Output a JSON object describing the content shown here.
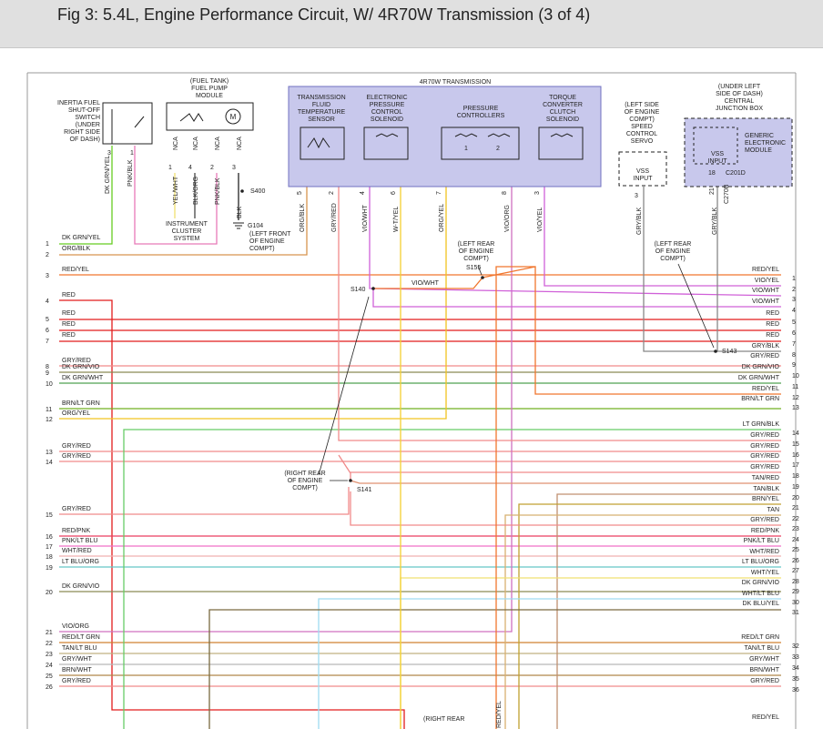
{
  "title": "Fig 3: 5.4L, Engine Performance Circuit, W/ 4R70W Transmission (3 of 4)",
  "colors": {
    "frame": "#999999",
    "module_fill": "#c8c8ec",
    "module_stroke": "#7070c0",
    "text": "#222222",
    "wire": {
      "DK GRN/YEL": "#66cc22",
      "ORG/BLK": "#d7944f",
      "RED/YEL": "#f0762e",
      "RED": "#e21c1c",
      "GRY/RED": "#f08a8a",
      "DK GRN/VIO": "#8a8a55",
      "DK GRN/WHT": "#4fa050",
      "BRN/LT GRN": "#70b020",
      "ORG/YEL": "#f2c420",
      "VIO/YEL": "#d060d8",
      "VIO/WHT": "#d060d8",
      "GRY/BLK": "#888888",
      "LT GRN/BLK": "#66cc66",
      "TAN/RED": "#e09070",
      "TAN/BLK": "#c09070",
      "BRN/YEL": "#c0a030",
      "TAN": "#d8b070",
      "RED/PNK": "#ea3f60",
      "PNK/LT BLU": "#f070c8",
      "WHT/RED": "#f0b0b0",
      "LT BLU/ORG": "#66c8c8",
      "WHT/YEL": "#f0e070",
      "WHT/LT BLU": "#9fdcf0",
      "DK BLU/YEL": "#7a6a40",
      "VIO/ORG": "#d070c0",
      "RED/LT GRN": "#d08030",
      "TAN/LT BLU": "#c0b080",
      "GRY/WHT": "#b8b8b8",
      "BRN/WHT": "#b0864a",
      "PNK/BLK": "#e87ab8",
      "YEL/WHT": "#f0e070",
      "BLK/ORG": "#444444",
      "PNK/BLK2": "#e87ab8",
      "BLK": "#222222",
      "W-T/YEL": "#f4d030"
    }
  },
  "components": {
    "inertia_switch": {
      "label": [
        "INERTIA FUEL",
        "SHUT-OFF",
        "SWITCH",
        "(UNDER",
        "RIGHT SIDE",
        "OF DASH)"
      ],
      "pins": [
        "3",
        "1"
      ]
    },
    "fuel_pump": {
      "label": [
        "(FUEL TANK)",
        "FUEL PUMP",
        "MODULE"
      ],
      "nca": [
        "NCA",
        "NCA",
        "NCA",
        "NCA"
      ],
      "pins": [
        "1",
        "4",
        "2",
        "3"
      ]
    },
    "transmission": {
      "title": "4R70W TRANSMISSION",
      "sub": [
        [
          "TRANSMISSION",
          "FLUID",
          "TEMPERATURE",
          "SENSOR"
        ],
        [
          "ELECTRONIC",
          "PRESSURE",
          "CONTROL",
          "SOLENOID"
        ],
        [
          "PRESSURE",
          "CONTROLLERS"
        ],
        [
          "TORQUE",
          "CONVERTER",
          "CLUTCH",
          "SOLENOID"
        ]
      ],
      "pins": [
        "5",
        "2",
        "4",
        "6",
        "7",
        "8",
        "3"
      ],
      "inner_pins": [
        "1",
        "2"
      ]
    },
    "vss": {
      "label": [
        "(LEFT SIDE",
        "OF ENGINE",
        "COMPT)",
        "SPEED",
        "CONTROL",
        "SERVO"
      ],
      "box": [
        "VSS",
        "INPUT"
      ],
      "pin": "3"
    },
    "gem": {
      "label": [
        "(UNDER LEFT",
        "SIDE OF DASH)",
        "CENTRAL",
        "JUNCTION BOX"
      ],
      "box": [
        "GENERIC",
        "ELECTRONIC",
        "MODULE"
      ],
      "vss": [
        "VSS",
        "INPUT"
      ],
      "pins": [
        "18",
        "21"
      ],
      "conn": "C201D",
      "conn2": "C270B"
    }
  },
  "wire_labels_upper": [
    "DK GRN/YEL",
    "PNK/BLK",
    "YEL/WHT",
    "BLK/ORG",
    "PNK/BLK",
    "BLK",
    "ORG/BLK",
    "GRY/RED",
    "VIO/WHT",
    "W-T/YEL",
    "ORG/YEL",
    "VIO/ORG",
    "VIO/YEL",
    "GRY/BLK",
    "GRY/BLK"
  ],
  "splices": {
    "s400": "S400",
    "g104": "G104",
    "g104_note": [
      "(LEFT FRONT",
      "OF ENGINE",
      "COMPT)"
    ],
    "s140": "S140",
    "s155": "S155",
    "s155_note": [
      "(LEFT REAR",
      "OF ENGINE",
      "COMPT)"
    ],
    "s143": "S143",
    "s143_note": [
      "(LEFT REAR",
      "OF ENGINE",
      "COMPT)"
    ],
    "s141": "S141",
    "s141_note": [
      "(RIGHT REAR",
      "OF ENGINE",
      "COMPT)"
    ],
    "bottom_note": "(RIGHT REAR",
    "cluster": [
      "INSTRUMENT",
      "CLUSTER",
      "SYSTEM"
    ]
  },
  "mid_labels": {
    "vio_wht": "VIO/WHT",
    "red_yel_bottom": "RED/YEL"
  },
  "left_rows": [
    {
      "n": "1",
      "label": "DK GRN/YEL",
      "key": "DK GRN/YEL"
    },
    {
      "n": "2",
      "label": "ORG/BLK",
      "key": "ORG/BLK"
    },
    {
      "n": "3",
      "label": "RED/YEL",
      "key": "RED/YEL"
    },
    {
      "n": "4",
      "label": "RED",
      "key": "RED"
    },
    {
      "n": "5",
      "label": "RED",
      "key": "RED"
    },
    {
      "n": "6",
      "label": "RED",
      "key": "RED"
    },
    {
      "n": "7",
      "label": "RED",
      "key": "RED"
    },
    {
      "n": "8",
      "label": "GRY/RED",
      "key": "GRY/RED"
    },
    {
      "n": "9",
      "label": "DK GRN/VIO",
      "key": "DK GRN/VIO"
    },
    {
      "n": "10",
      "label": "DK GRN/WHT",
      "key": "DK GRN/WHT"
    },
    {
      "n": "11",
      "label": "BRN/LT GRN",
      "key": "BRN/LT GRN"
    },
    {
      "n": "12",
      "label": "ORG/YEL",
      "key": "ORG/YEL"
    },
    {
      "n": "13",
      "label": "GRY/RED",
      "key": "GRY/RED"
    },
    {
      "n": "14",
      "label": "GRY/RED",
      "key": "GRY/RED"
    },
    {
      "n": "15",
      "label": "GRY/RED",
      "key": "GRY/RED"
    },
    {
      "n": "16",
      "label": "RED/PNK",
      "key": "RED/PNK"
    },
    {
      "n": "17",
      "label": "PNK/LT BLU",
      "key": "PNK/LT BLU"
    },
    {
      "n": "18",
      "label": "WHT/RED",
      "key": "WHT/RED"
    },
    {
      "n": "19",
      "label": "LT BLU/ORG",
      "key": "LT BLU/ORG"
    },
    {
      "n": "20",
      "label": "DK GRN/VIO",
      "key": "DK GRN/VIO"
    },
    {
      "n": "21",
      "label": "VIO/ORG",
      "key": "VIO/ORG"
    },
    {
      "n": "22",
      "label": "RED/LT GRN",
      "key": "RED/LT GRN"
    },
    {
      "n": "23",
      "label": "TAN/LT BLU",
      "key": "TAN/LT BLU"
    },
    {
      "n": "24",
      "label": "GRY/WHT",
      "key": "GRY/WHT"
    },
    {
      "n": "25",
      "label": "BRN/WHT",
      "key": "BRN/WHT"
    },
    {
      "n": "26",
      "label": "GRY/RED",
      "key": "GRY/RED"
    }
  ],
  "right_rows": [
    {
      "n": "1",
      "label": "RED/YEL",
      "key": "RED/YEL"
    },
    {
      "n": "2",
      "label": "VIO/YEL",
      "key": "VIO/YEL"
    },
    {
      "n": "3",
      "label": "VIO/WHT",
      "key": "VIO/WHT"
    },
    {
      "n": "4",
      "label": "VIO/WHT",
      "key": "VIO/WHT"
    },
    {
      "n": "5",
      "label": "RED",
      "key": "RED"
    },
    {
      "n": "6",
      "label": "RED",
      "key": "RED"
    },
    {
      "n": "7",
      "label": "RED",
      "key": "RED"
    },
    {
      "n": "8",
      "label": "GRY/BLK",
      "key": "GRY/BLK"
    },
    {
      "n": "9",
      "label": "GRY/RED",
      "key": "GRY/RED"
    },
    {
      "n": "10",
      "label": "DK GRN/VIO",
      "key": "DK GRN/VIO"
    },
    {
      "n": "11",
      "label": "DK GRN/WHT",
      "key": "DK GRN/WHT"
    },
    {
      "n": "12",
      "label": "RED/YEL",
      "key": "RED/YEL"
    },
    {
      "n": "13",
      "label": "BRN/LT GRN",
      "key": "BRN/LT GRN"
    },
    {
      "n": "14",
      "label": "LT GRN/BLK",
      "key": "LT GRN/BLK"
    },
    {
      "n": "15",
      "label": "GRY/RED",
      "key": "GRY/RED"
    },
    {
      "n": "16",
      "label": "GRY/RED",
      "key": "GRY/RED"
    },
    {
      "n": "17",
      "label": "GRY/RED",
      "key": "GRY/RED"
    },
    {
      "n": "18",
      "label": "GRY/RED",
      "key": "GRY/RED"
    },
    {
      "n": "19",
      "label": "TAN/RED",
      "key": "TAN/RED"
    },
    {
      "n": "20",
      "label": "TAN/BLK",
      "key": "TAN/BLK"
    },
    {
      "n": "21",
      "label": "BRN/YEL",
      "key": "BRN/YEL"
    },
    {
      "n": "22",
      "label": "TAN",
      "key": "TAN"
    },
    {
      "n": "23",
      "label": "GRY/RED",
      "key": "GRY/RED"
    },
    {
      "n": "24",
      "label": "RED/PNK",
      "key": "RED/PNK"
    },
    {
      "n": "25",
      "label": "PNK/LT BLU",
      "key": "PNK/LT BLU"
    },
    {
      "n": "26",
      "label": "WHT/RED",
      "key": "WHT/RED"
    },
    {
      "n": "27",
      "label": "LT BLU/ORG",
      "key": "LT BLU/ORG"
    },
    {
      "n": "28",
      "label": "WHT/YEL",
      "key": "WHT/YEL"
    },
    {
      "n": "29",
      "label": "DK GRN/VIO",
      "key": "DK GRN/VIO"
    },
    {
      "n": "30",
      "label": "WHT/LT BLU",
      "key": "WHT/LT BLU"
    },
    {
      "n": "31",
      "label": "DK BLU/YEL",
      "key": "DK BLU/YEL"
    },
    {
      "n": "32",
      "label": "RED/LT GRN",
      "key": "RED/LT GRN"
    },
    {
      "n": "33",
      "label": "TAN/LT BLU",
      "key": "TAN/LT BLU"
    },
    {
      "n": "34",
      "label": "GRY/WHT",
      "key": "GRY/WHT"
    },
    {
      "n": "35",
      "label": "BRN/WHT",
      "key": "BRN/WHT"
    },
    {
      "n": "36",
      "label": "GRY/RED",
      "key": "GRY/RED"
    }
  ]
}
